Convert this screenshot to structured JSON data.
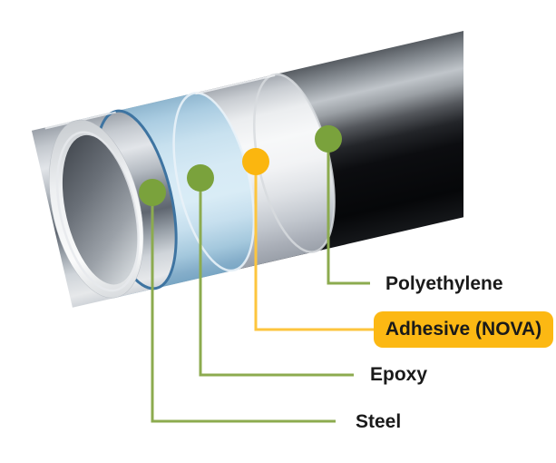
{
  "diagram": {
    "subject": "coated-steel-pipe-cutaway",
    "layers": [
      {
        "id": "steel",
        "label": "Steel",
        "marker": "green-dot",
        "highlighted": false
      },
      {
        "id": "epoxy",
        "label": "Epoxy",
        "marker": "green-dot",
        "highlighted": false
      },
      {
        "id": "adhesive",
        "label": "Adhesive (NOVA)",
        "marker": "yellow-dot",
        "highlighted": true
      },
      {
        "id": "polyethylene",
        "label": "Polyethylene",
        "marker": "green-dot",
        "highlighted": false
      }
    ]
  },
  "colors": {
    "accent-green": "#7aa23c",
    "accent-green-line": "#8cab4f",
    "accent-yellow": "#fbb60f",
    "accent-yellow-line": "#fdc53e",
    "highlight-box-bg": "#fcb813",
    "label-text": "#1a1a1a",
    "background": "#ffffff",
    "epoxy-band": "#c8e1ef",
    "epoxy-edge": "#3e74a1",
    "steel-band": "#b6bcc3",
    "polyethylene-band": "#0c0d10"
  }
}
